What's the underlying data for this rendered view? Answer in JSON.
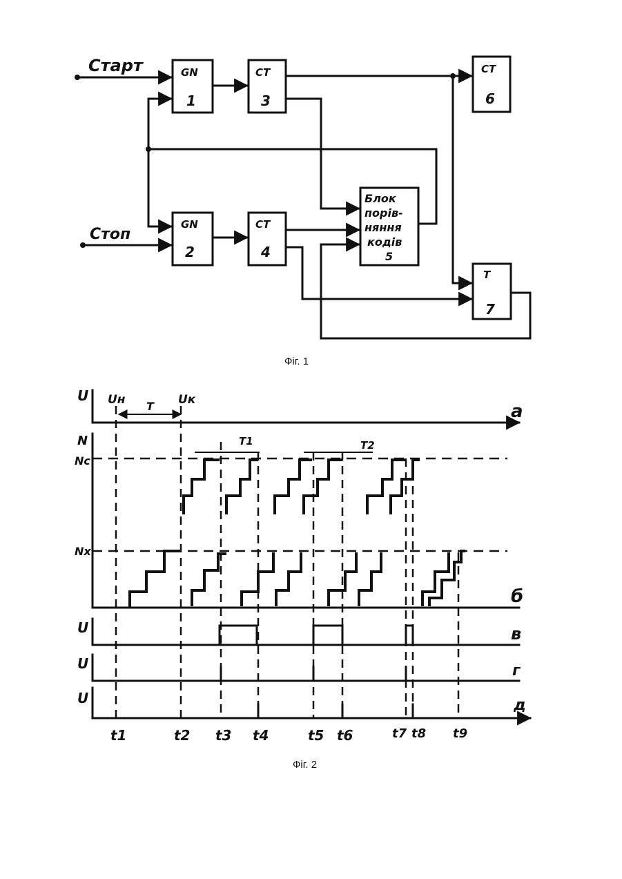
{
  "figure1": {
    "caption": "Фіг. 1",
    "inputs": {
      "start": "Старт",
      "stop": "Стоп"
    },
    "blocks": [
      {
        "id": "1",
        "type": "GN",
        "number": "1"
      },
      {
        "id": "2",
        "type": "GN",
        "number": "2"
      },
      {
        "id": "3",
        "type": "CT",
        "number": "3"
      },
      {
        "id": "4",
        "type": "CT",
        "number": "4"
      },
      {
        "id": "5",
        "type": "Блок порів-няння кодів",
        "number": "5",
        "label_lines": [
          "Блок",
          "порів-",
          "няння",
          "кодів"
        ]
      },
      {
        "id": "6",
        "type": "CT",
        "number": "6"
      },
      {
        "id": "7",
        "type": "T",
        "number": "7"
      }
    ]
  },
  "figure2": {
    "caption": "Фіг. 2",
    "axis_u": "U",
    "axis_n": "N",
    "u_start": "Uн",
    "u_end": "Uк",
    "period": "T",
    "period1": "T1",
    "period2": "T2",
    "level_nc": "Nc",
    "level_nx": "Nx",
    "row_labels": [
      "а",
      "б",
      "в",
      "г",
      "д"
    ],
    "time_labels": [
      "t1",
      "t2",
      "t3",
      "t4",
      "t5",
      "t6",
      "t7",
      "t8",
      "t9"
    ]
  }
}
